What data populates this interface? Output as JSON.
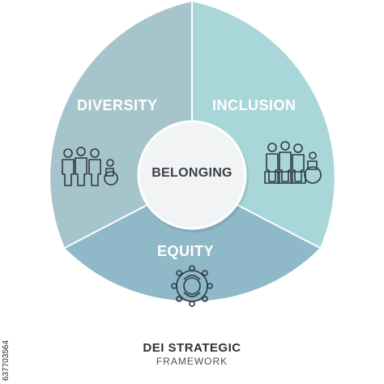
{
  "segments": {
    "diversity": {
      "label": "DIVERSITY",
      "color": "#a6c4cb"
    },
    "inclusion": {
      "label": "INCLUSION",
      "color": "#a9d6d8"
    },
    "equity": {
      "label": "EQUITY",
      "color": "#8fb8c9"
    }
  },
  "center": {
    "label": "BELONGING"
  },
  "footer": {
    "title": "DEI STRATEGIC",
    "subtitle": "FRAMEWORK"
  },
  "side_id": "637703564",
  "icons": {
    "diversity": "diverse-people-icon",
    "inclusion": "included-people-icon",
    "equity": "circular-hands-icon"
  }
}
